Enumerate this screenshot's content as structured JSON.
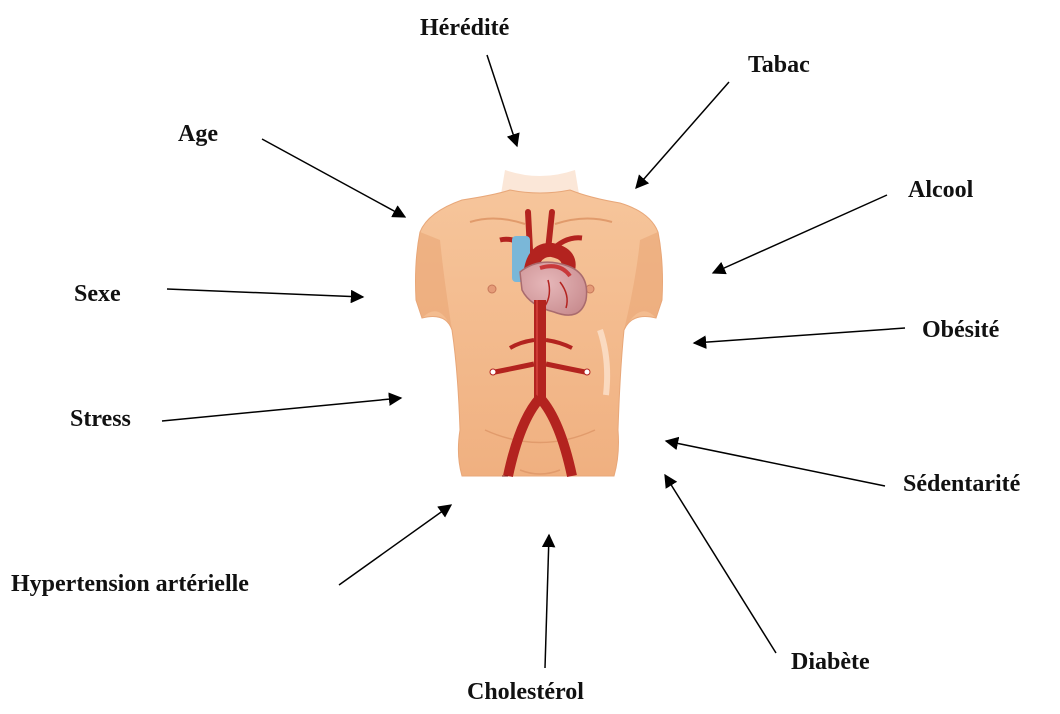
{
  "diagram": {
    "factors": {
      "heredite": "Hérédité",
      "tabac": "Tabac",
      "age": "Age",
      "alcool": "Alcool",
      "sexe": "Sexe",
      "obesite": "Obésité",
      "stress": "Stress",
      "sedentarite": "Sédentarité",
      "hypertension": "Hypertension artérielle",
      "diabete": "Diabète",
      "cholesterol": "Cholestérol"
    },
    "colors": {
      "skin": "#f2b486",
      "skin_shadow": "#e2a072",
      "artery": "#b3231f",
      "artery_dark": "#7e1513",
      "vein": "#7ab7d8",
      "heart_light": "#d9a6a8",
      "arrow": "#000000",
      "text": "#111111"
    }
  }
}
